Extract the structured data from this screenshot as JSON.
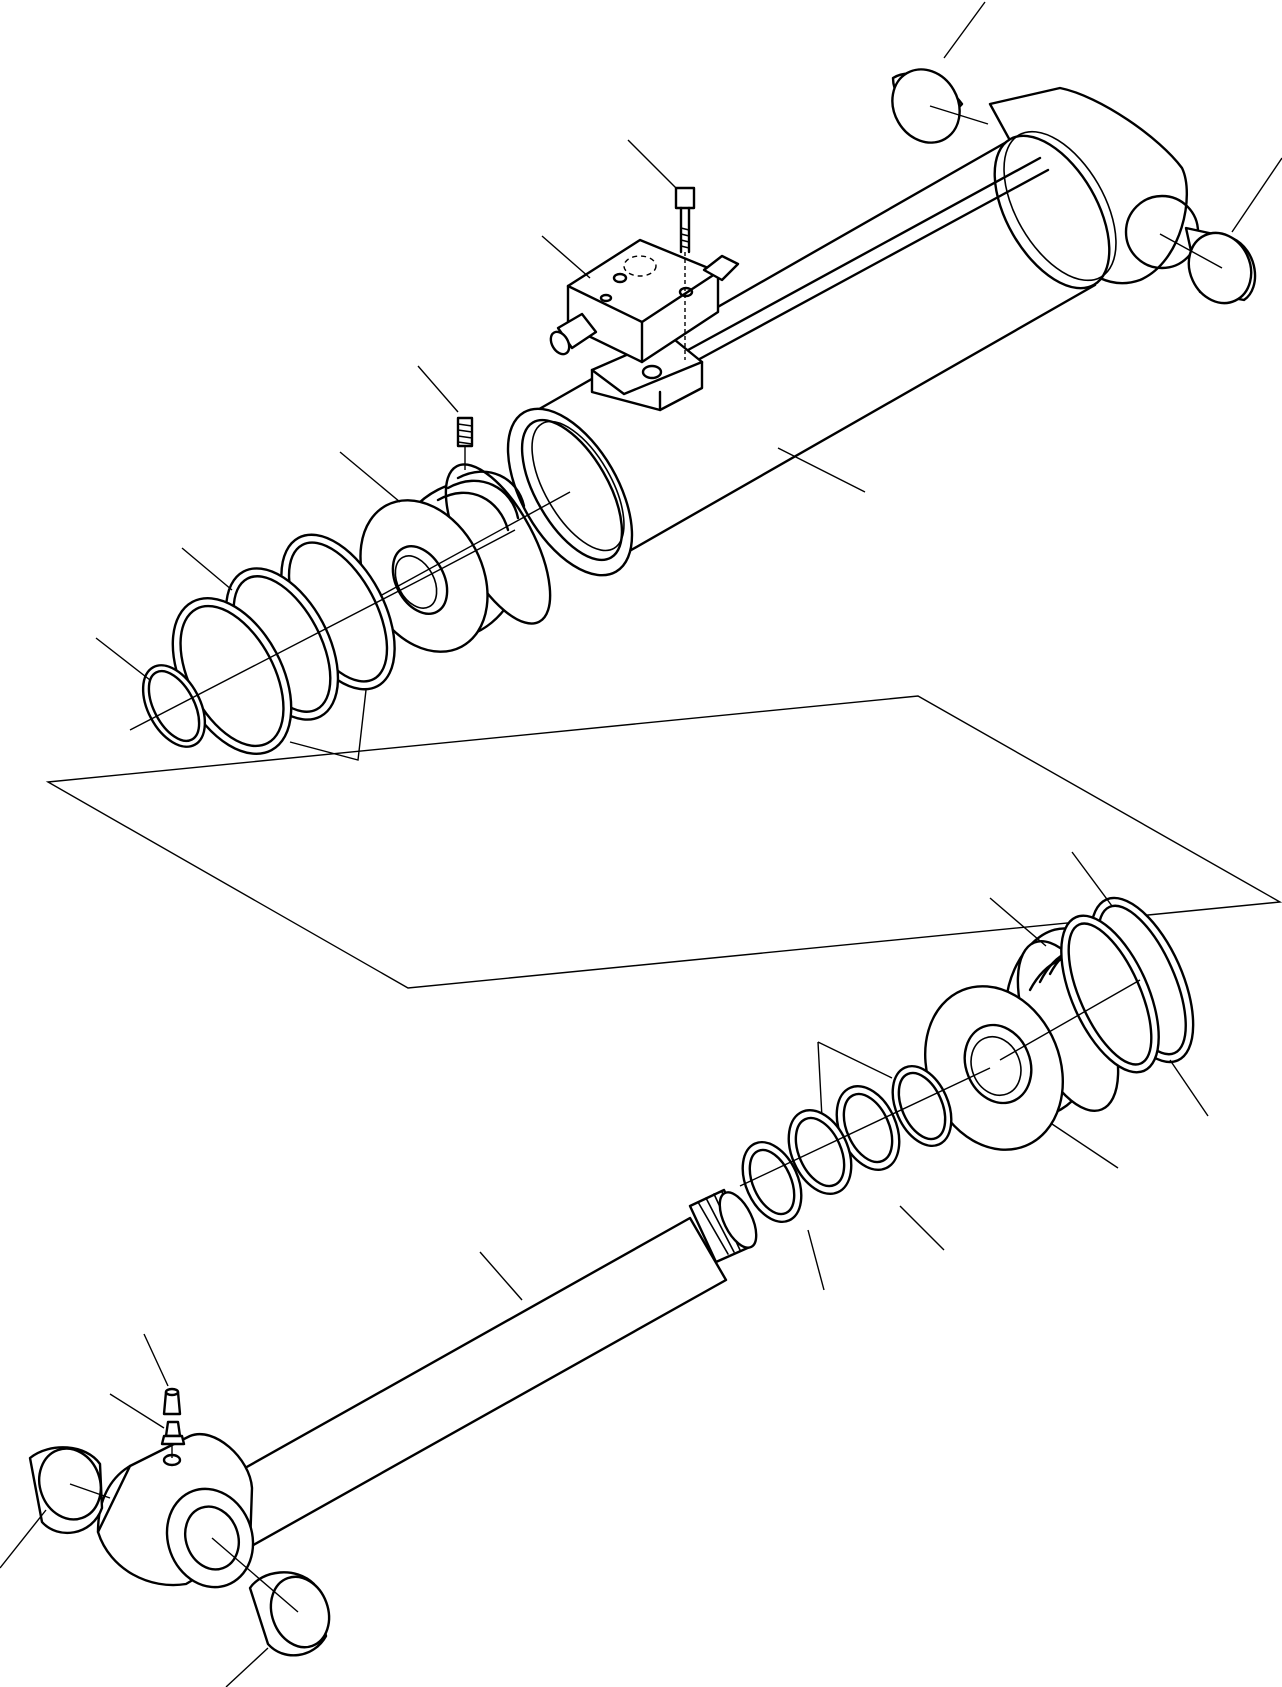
{
  "drawing": {
    "kind": "exploded-parts-view",
    "subject": "hydraulic-cylinder",
    "line_color": "#000000",
    "background": "#ffffff",
    "parts": [
      {
        "name": "tube-bushing-top",
        "icon": "bushing-icon"
      },
      {
        "name": "tube-bushing-right",
        "icon": "bushing-icon"
      },
      {
        "name": "cylinder-tube",
        "icon": "cylinder-icon"
      },
      {
        "name": "valve-block",
        "icon": "valve-block-icon"
      },
      {
        "name": "valve-bolt",
        "icon": "bolt-icon"
      },
      {
        "name": "head-set-screw",
        "icon": "screw-icon"
      },
      {
        "name": "cylinder-head",
        "icon": "gland-icon"
      },
      {
        "name": "head-seal-kit",
        "icon": "seal-ring-icon"
      },
      {
        "name": "piston",
        "icon": "piston-icon"
      },
      {
        "name": "piston-seal-kit",
        "icon": "seal-ring-icon"
      },
      {
        "name": "piston-rod",
        "icon": "rod-icon"
      },
      {
        "name": "grease-cap",
        "icon": "cap-icon"
      },
      {
        "name": "grease-nipple",
        "icon": "nipple-icon"
      },
      {
        "name": "rod-bushing-left",
        "icon": "bushing-icon"
      },
      {
        "name": "rod-bushing-right",
        "icon": "bushing-icon"
      }
    ]
  }
}
